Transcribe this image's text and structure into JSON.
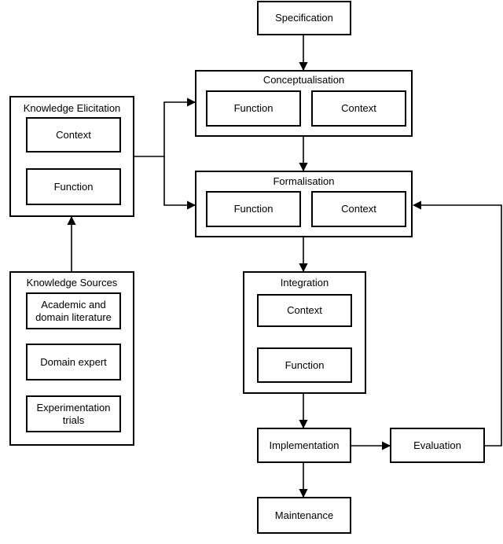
{
  "specification": "Specification",
  "conceptualisation": {
    "title": "Conceptualisation",
    "left": "Function",
    "right": "Context"
  },
  "formalisation": {
    "title": "Formalisation",
    "left": "Function",
    "right": "Context"
  },
  "integration": {
    "title": "Integration",
    "top": "Context",
    "bottom": "Function"
  },
  "implementation": "Implementation",
  "evaluation": "Evaluation",
  "maintenance": "Maintenance",
  "knowledge_elicitation": {
    "title": "Knowledge Elicitation",
    "top": "Context",
    "bottom": "Function"
  },
  "knowledge_sources": {
    "title": "Knowledge Sources",
    "items": [
      {
        "line1": "Academic and",
        "line2": "domain literature"
      },
      {
        "line1": "Domain expert"
      },
      {
        "line1": "Experimentation",
        "line2": "trials"
      }
    ]
  }
}
